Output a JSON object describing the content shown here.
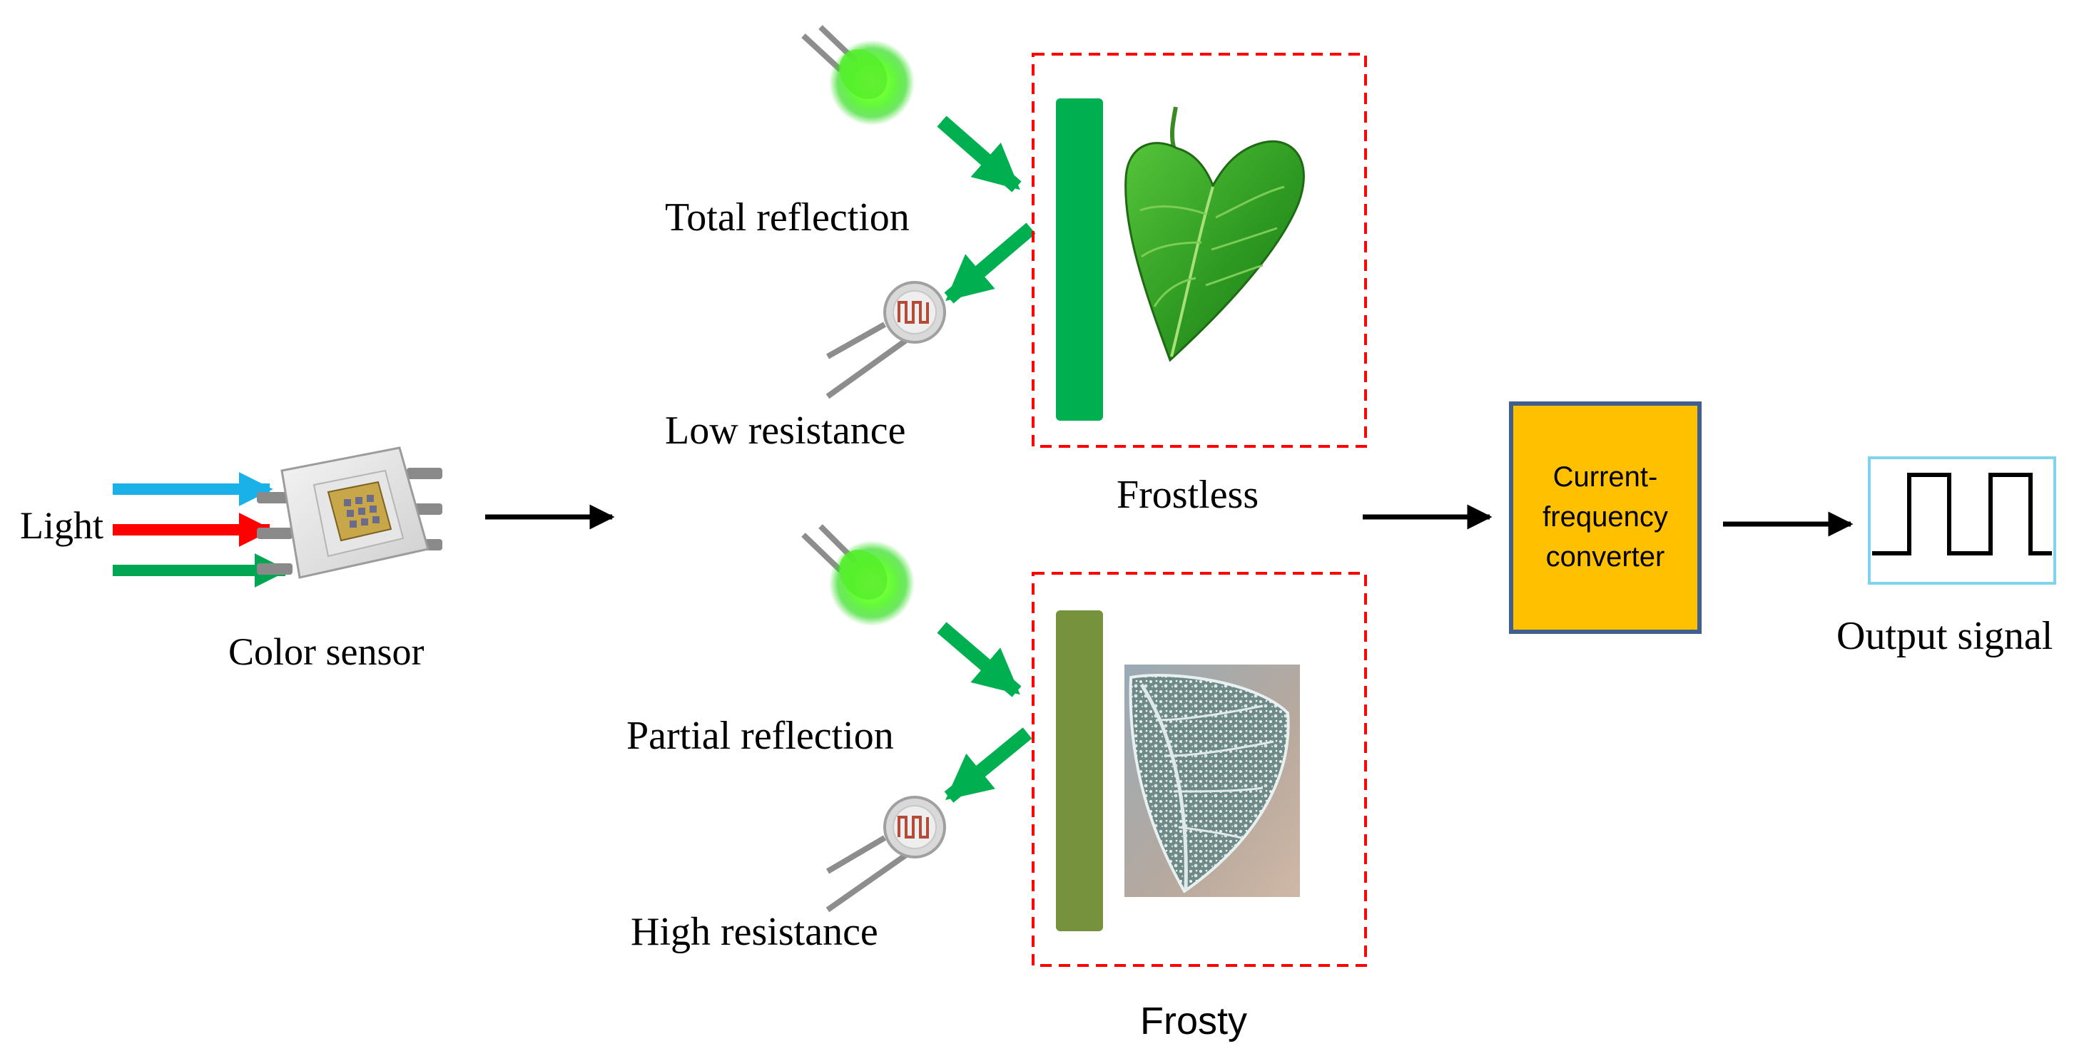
{
  "labels": {
    "light": "Light",
    "color_sensor": "Color sensor",
    "total_reflection": "Total reflection",
    "low_resistance": "Low resistance",
    "frostless": "Frostless",
    "partial_reflection": "Partial reflection",
    "high_resistance": "High resistance",
    "frosty": "Frosty",
    "converter_line1": "Current-",
    "converter_line2": "frequency",
    "converter_line3": "converter",
    "output_signal": "Output signal"
  },
  "colors": {
    "blue_light": "#1ab0e8",
    "red_light": "#ff0000",
    "green_light": "#00a651",
    "arrow_green": "#00b050",
    "frostless_bar": "#00b050",
    "frosty_bar": "#76923c",
    "dashed_box": "#ff0000",
    "converter_fill": "#ffc000",
    "converter_border": "#3f5f8f",
    "output_frame": "#7fd3ea"
  },
  "icons": [
    "led-icon",
    "photoresistor-icon",
    "color-sensor-chip-icon",
    "green-leaf-image",
    "frosty-leaf-image",
    "square-wave-icon"
  ]
}
